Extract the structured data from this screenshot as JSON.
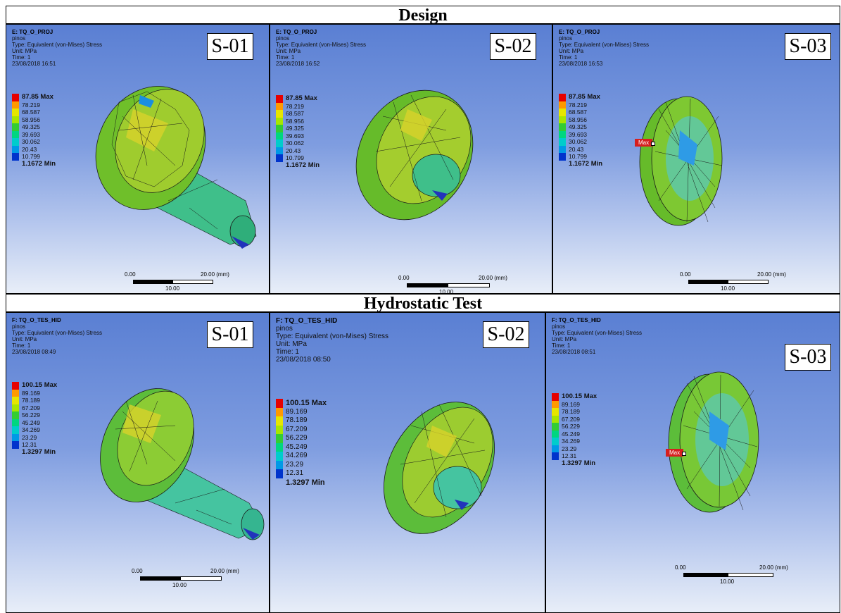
{
  "sections": {
    "design": "Design",
    "hydro": "Hydrostatic Test"
  },
  "design": {
    "project": "E: TQ_O_PROJ",
    "name": "pinos",
    "type": "Type: Equivalent (von-Mises) Stress",
    "unit": "Unit: MPa",
    "time": "Time: 1",
    "dates": [
      "23/08/2018 16:51",
      "23/08/2018 16:52",
      "23/08/2018 16:53"
    ],
    "legend": [
      "87.85 Max",
      "78.219",
      "68.587",
      "58.956",
      "49.325",
      "39.693",
      "30.062",
      "20.43",
      "10.799",
      "1.1672 Min"
    ]
  },
  "hydro": {
    "project": "F: TQ_O_TES_HID",
    "name": "pinos",
    "type": "Type: Equivalent (von-Mises) Stress",
    "unit": "Unit: MPa",
    "time": "Time: 1",
    "dates": [
      "23/08/2018 08:49",
      "23/08/2018 08:50",
      "23/08/2018 08:51"
    ],
    "legend": [
      "100.15 Max",
      "89.169",
      "78.189",
      "67.209",
      "56.229",
      "45.249",
      "34.269",
      "23.29",
      "12.31",
      "1.3297 Min"
    ]
  },
  "labels": [
    "S-01",
    "S-02",
    "S-03"
  ],
  "scale": {
    "start": "0.00",
    "mid": "10.00",
    "end": "20.00 (mm)"
  },
  "max_tag": "Max",
  "legend_colors": [
    "#e60000",
    "#ff9900",
    "#e6e600",
    "#a8e600",
    "#33cc33",
    "#00d680",
    "#00cccc",
    "#0099e6",
    "#0033cc"
  ]
}
